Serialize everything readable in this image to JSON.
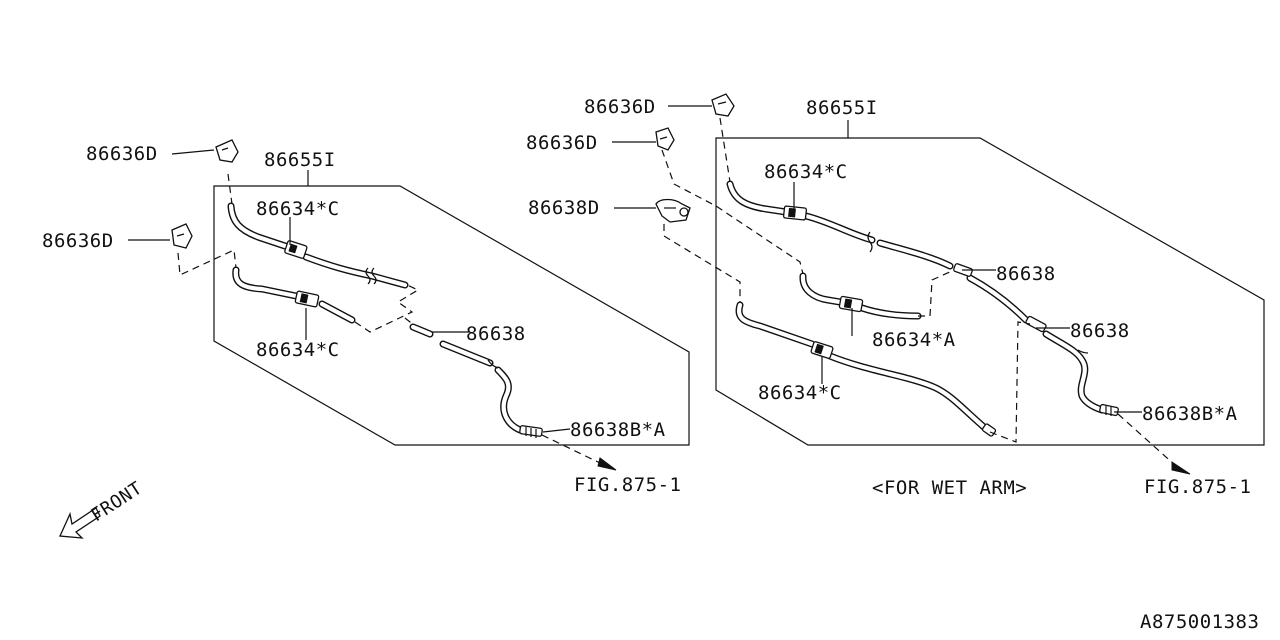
{
  "labels": {
    "left_nozzle_top": "86636D",
    "left_nozzle_lower": "86636D",
    "left_assembly": "86655I",
    "left_check_valve_upper": "86634*C",
    "left_check_valve_lower": "86634*C",
    "left_hose": "86638",
    "left_hose_end": "86638B*A",
    "left_fig_ref": "FIG.875-1",
    "right_nozzle_top": "86636D",
    "right_nozzle_second": "86636D",
    "right_nozzle_third": "86638D",
    "right_assembly": "86655I",
    "right_check_valve_upper": "86634*C",
    "right_check_valve_mid": "86634*A",
    "right_check_valve_lower": "86634*C",
    "right_hose_upper": "86638",
    "right_hose_lower": "86638",
    "right_hose_end": "86638B*A",
    "right_fig_ref": "FIG.875-1",
    "wet_arm_note": "<FOR WET ARM>",
    "front_indicator": "FRONT",
    "diagram_code": "A875001383"
  },
  "icons": {
    "front_arrow": "front-arrow-icon",
    "nozzle": "washer-nozzle-icon",
    "check_valve": "check-valve-icon",
    "connector": "hose-connector-icon",
    "reference_arrow": "reference-arrow-icon"
  },
  "colors": {
    "line": "#111111",
    "background": "#ffffff"
  }
}
